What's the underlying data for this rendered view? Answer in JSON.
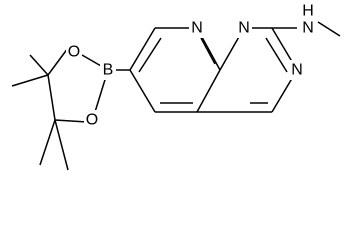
{
  "diagram": {
    "type": "chemical-structure",
    "bond_color": "#000000",
    "atom_labels": {
      "n_ring_top_left": "N",
      "n_ring_top_right": "N",
      "n_ring_right": "N",
      "nh_amine": "N",
      "h_amine": "H",
      "o_upper": "O",
      "o_lower": "O",
      "b_boron": "B"
    }
  }
}
